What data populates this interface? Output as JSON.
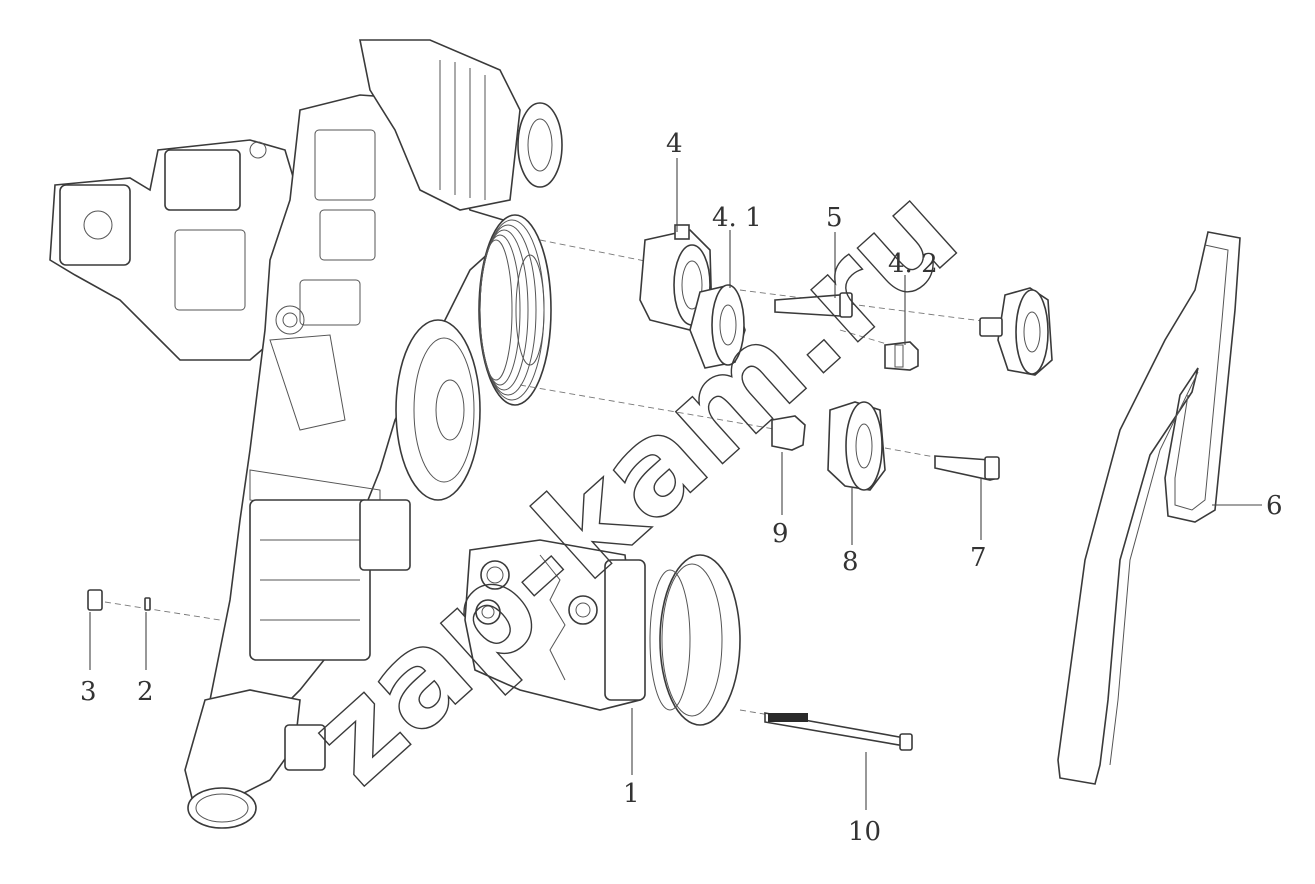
{
  "callouts": {
    "c1": "1",
    "c2": "2",
    "c3": "3",
    "c4": "4",
    "c4_1": "4. 1",
    "c4_2": "4. 2",
    "c5": "5",
    "c6": "6",
    "c7": "7",
    "c8": "8",
    "c9": "9",
    "c10": "10"
  },
  "watermark": "zap-kam.ru",
  "colors": {
    "line": "#3a3a3a",
    "background": "#ffffff"
  }
}
